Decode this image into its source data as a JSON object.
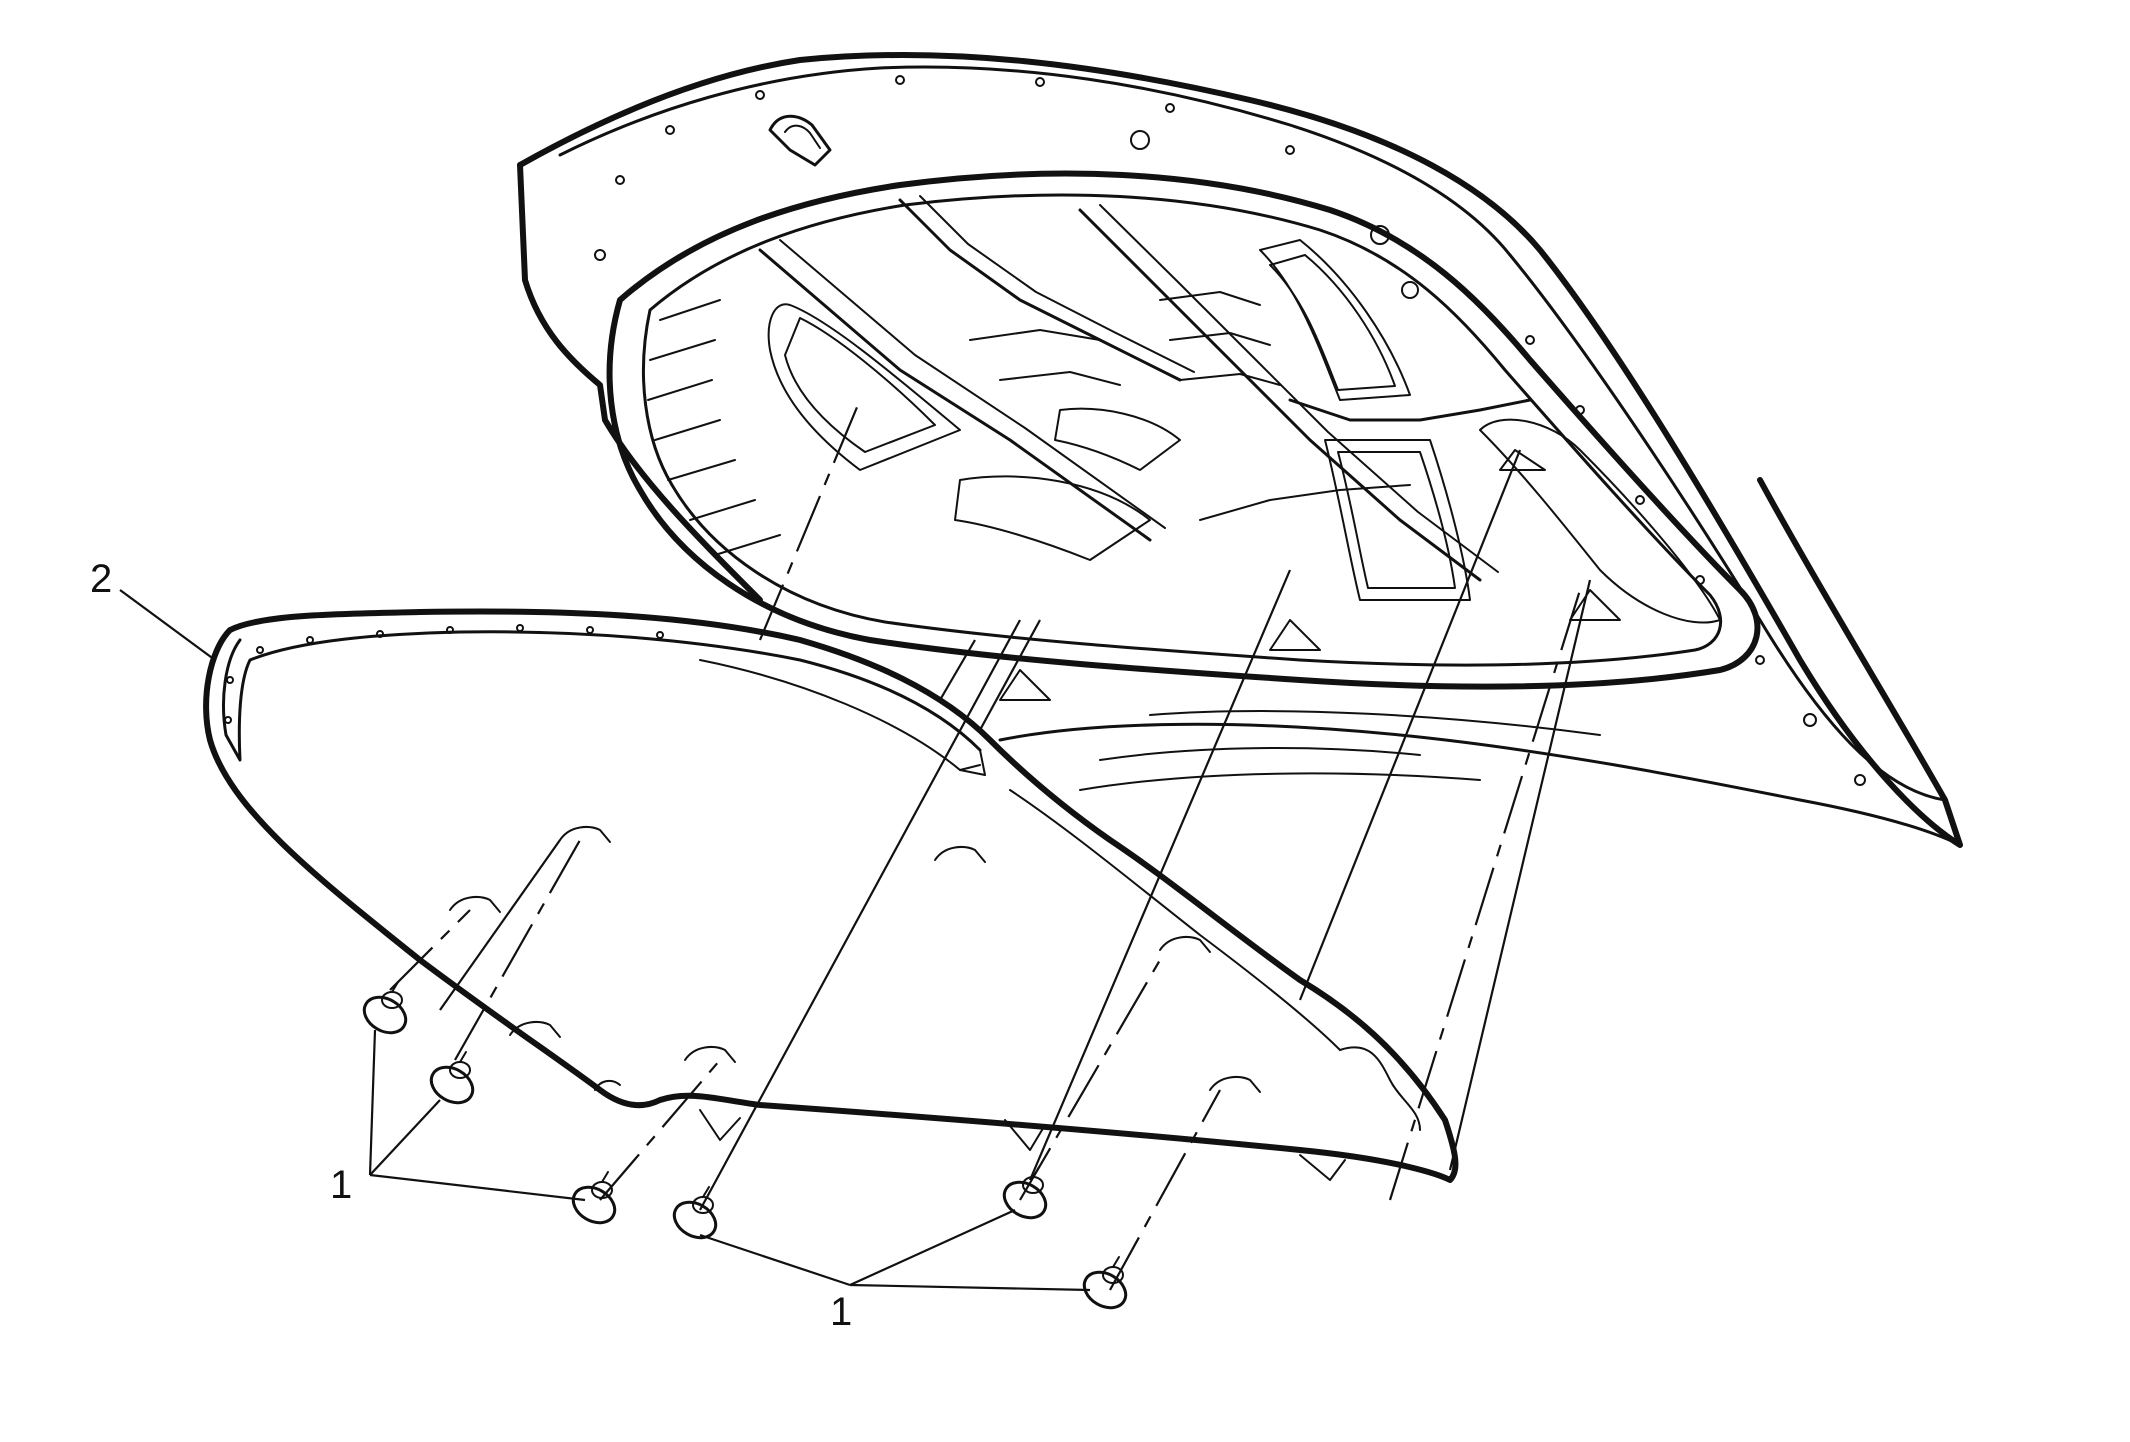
{
  "callouts": {
    "insulator_label": "2",
    "retainer_label_left": "1",
    "retainer_label_right": "1"
  },
  "colors": {
    "line": "#111111",
    "background": "#ffffff"
  }
}
